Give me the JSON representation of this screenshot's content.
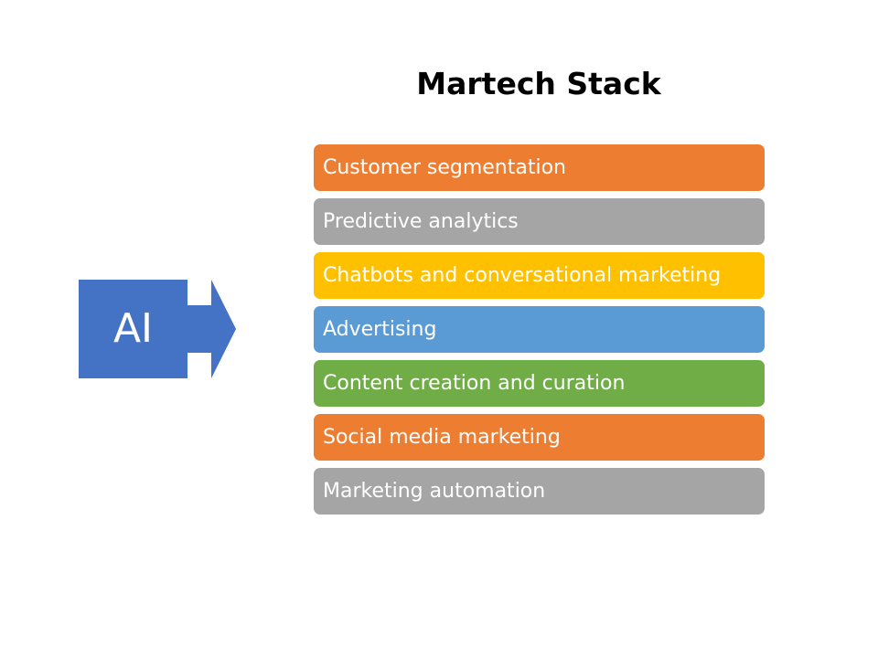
{
  "title": "Martech Stack",
  "source": {
    "label": "AI",
    "color": "#4472C4"
  },
  "stack": [
    {
      "label": "Customer segmentation",
      "color": "#ED7D31"
    },
    {
      "label": "Predictive analytics",
      "color": "#A5A5A5"
    },
    {
      "label": "Chatbots and conversational marketing",
      "color": "#FFC000"
    },
    {
      "label": "Advertising",
      "color": "#5B9BD5"
    },
    {
      "label": "Content creation and curation",
      "color": "#70AD47"
    },
    {
      "label": "Social media marketing",
      "color": "#ED7D31"
    },
    {
      "label": "Marketing automation",
      "color": "#A5A5A5"
    }
  ]
}
